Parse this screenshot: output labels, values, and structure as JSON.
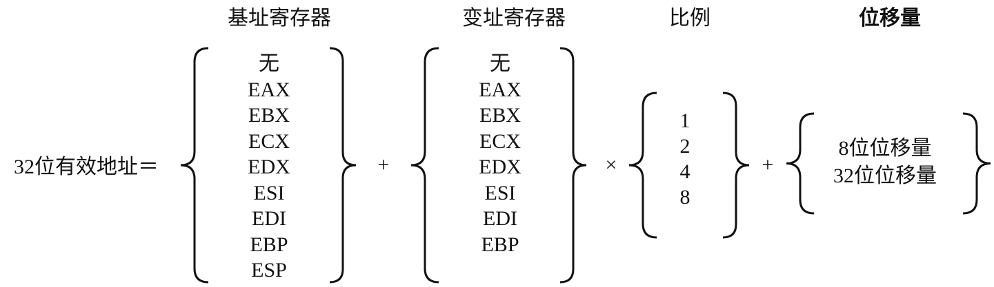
{
  "headers": {
    "base_register": "基址寄存器",
    "index_register": "变址寄存器",
    "scale": "比例",
    "displacement": "位移量"
  },
  "lhs": "32位有效地址＝",
  "operators": {
    "plus1": "+",
    "times": "×",
    "plus2": "+"
  },
  "base_registers": [
    "无",
    "EAX",
    "EBX",
    "ECX",
    "EDX",
    "ESI",
    "EDI",
    "EBP",
    "ESP"
  ],
  "index_registers": [
    "无",
    "EAX",
    "EBX",
    "ECX",
    "EDX",
    "ESI",
    "EDI",
    "EBP"
  ],
  "scales": [
    "1",
    "2",
    "4",
    "8"
  ],
  "displacements": [
    "8位位移量",
    "32位位移量"
  ]
}
